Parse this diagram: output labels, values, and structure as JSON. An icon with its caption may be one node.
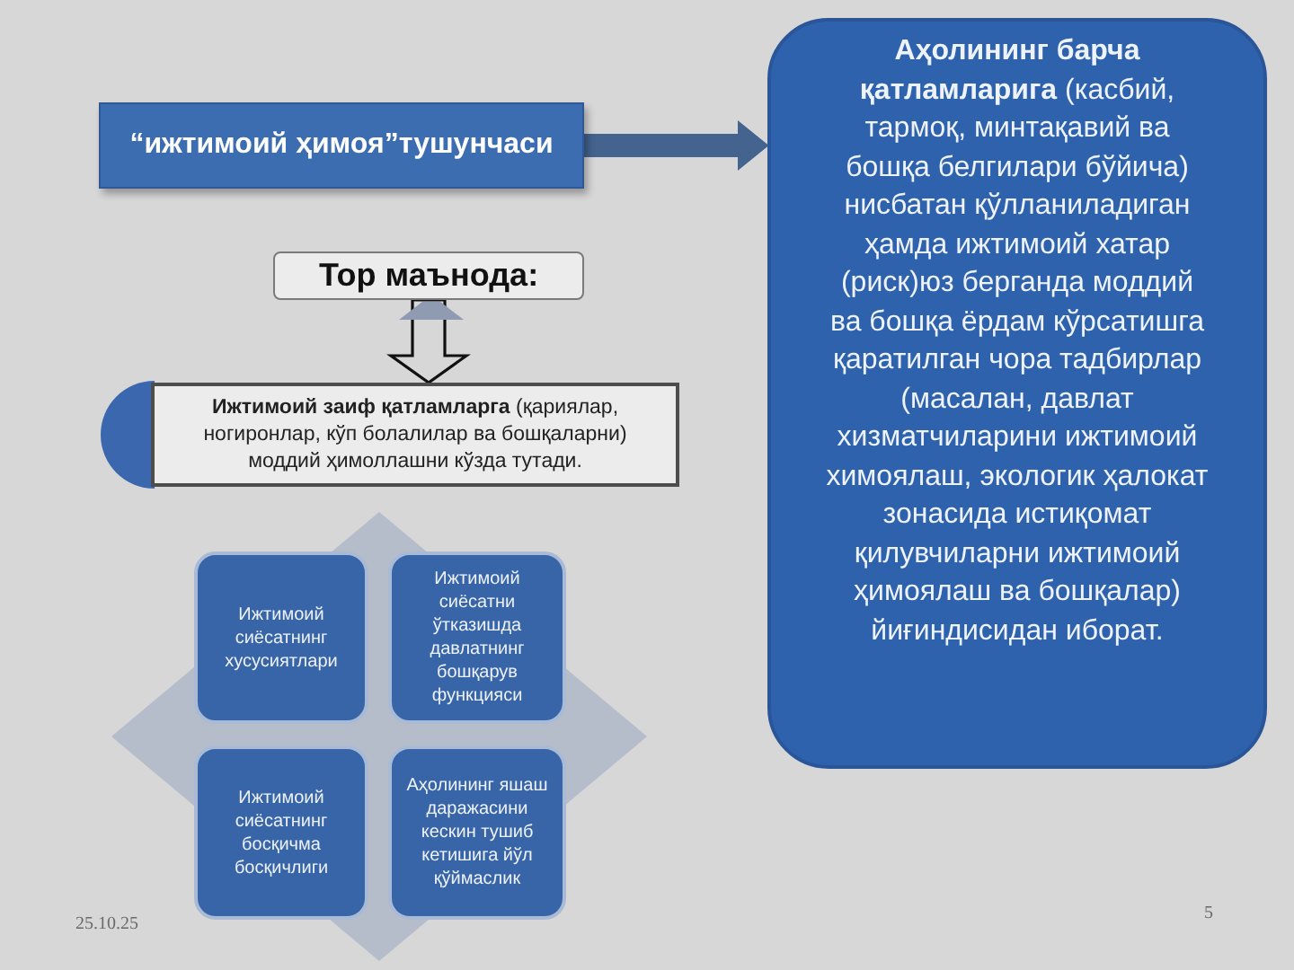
{
  "diagram": {
    "nodes": [
      {
        "text": [
          "“ижтимоий ҳимоя”тушунчаси"
        ]
      },
      {
        "text": [
          "**Аҳолининг барча қатламларига** (касбий, тармоқ, минтақавий ва бошқа белгилари бўйича) нисбатан қўлланиладиган ҳамда ижтимоий хатар (риск)юз берганда моддий ва бошқа ёрдам кўрсатишга қаратилган чора тадбирлар (масалан, давлат хизматчиларини ижтимоий химоялаш, экологик ҳалокат зонасида истиқомат қилувчиларни ижтимоий ҳимоялаш ва бошқалар) йиғиндисидан иборат."
        ]
      },
      {
        "text": [
          "Тор маънода:"
        ]
      },
      {
        "text": [
          "**Ижтимоий заиф қатламларга** (қариялар, ногиронлар, кўп болалилар ва бошқаларни) моддий ҳимоллашни кўзда тутади."
        ]
      },
      {
        "text": [
          "Ижтимоий сиёсатнинг хусусиятлари"
        ]
      },
      {
        "text": [
          "Ижтимоий сиёсатни ўтказишда давлатнинг бошқарув функцияси"
        ]
      },
      {
        "text": [
          "Ижтимоий сиёсатнинг босқичма босқичлиги"
        ]
      },
      {
        "text": [
          "Аҳолининг яшаш даражасини кескин тушиб кетишига йўл қўймаслик"
        ]
      }
    ],
    "edges": [
      {
        "from": 0,
        "to": 1,
        "arrow": "to",
        "style": "thick",
        "color": "#44638f"
      },
      {
        "from": 2,
        "to": 3,
        "arrow": "to"
      }
    ],
    "labels": [
      "25.10.25",
      "5"
    ]
  }
}
